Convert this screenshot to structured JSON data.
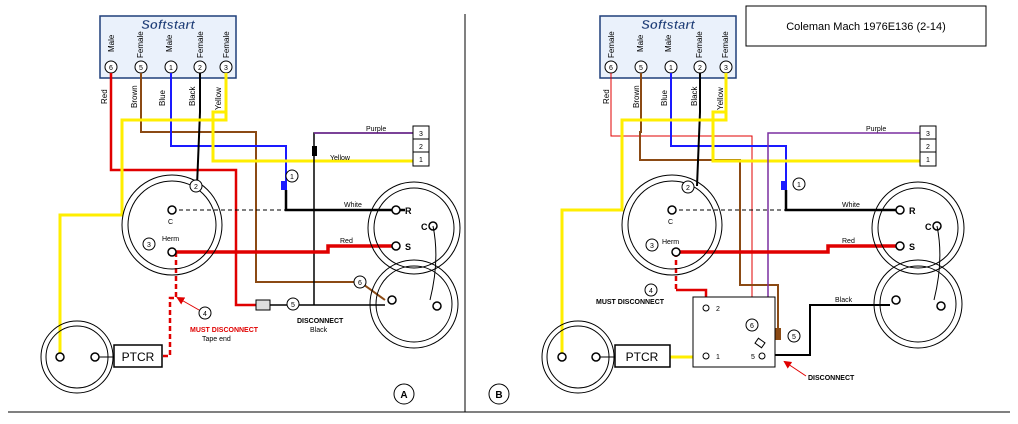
{
  "header": {
    "title": "Coleman Mach 1976E136 (2-14)"
  },
  "softstart": {
    "name": "Softstart",
    "pins": [
      "6",
      "5",
      "1",
      "2",
      "3"
    ],
    "genders_a": [
      "Male",
      "Female",
      "Male",
      "Female",
      "Female"
    ],
    "genders_b": [
      "Female",
      "Male",
      "Male",
      "Female",
      "Female"
    ],
    "wires": [
      "Red",
      "Brown",
      "Blue",
      "Black",
      "Yellow"
    ]
  },
  "terminal_block": {
    "rows": [
      "3",
      "2",
      "1"
    ]
  },
  "wire_labels": {
    "purple": "Purple",
    "yellow": "Yellow",
    "white": "White",
    "red": "Red",
    "black": "Black"
  },
  "compressor": {
    "c": "C",
    "r": "R",
    "s": "S",
    "herm": "Herm"
  },
  "markers": {
    "m1": "1",
    "m2": "2",
    "m3": "3",
    "m4": "4",
    "m5": "5",
    "m6": "6"
  },
  "ptcr": {
    "label": "PTCR",
    "t1": "1",
    "t2": "2",
    "t5": "5"
  },
  "notes_a": {
    "must_disconnect": "MUST DISCONNECT",
    "tape_end": "Tape end",
    "disconnect": "DISCONNECT",
    "black": "Black"
  },
  "notes_b": {
    "must_disconnect": "MUST DISCONNECT",
    "disconnect": "DISCONNECT"
  },
  "panels": {
    "a": "A",
    "b": "B"
  }
}
